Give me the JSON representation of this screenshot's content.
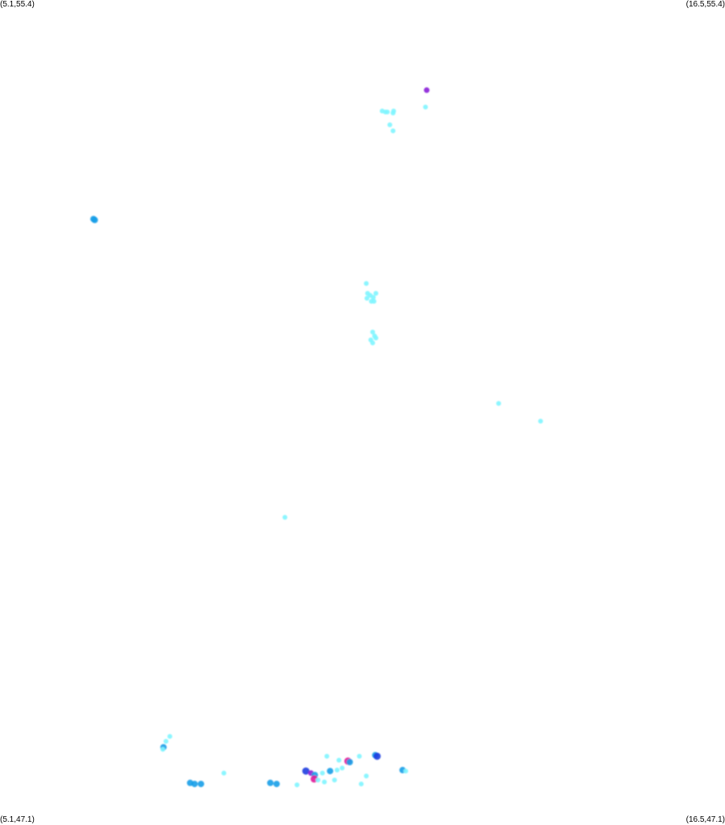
{
  "map": {
    "corners": {
      "top_left": "(5.1,55.4)",
      "top_right": "(16.5,55.4)",
      "bottom_left": "(5.1,47.1)",
      "bottom_right": "(16.5,47.1)"
    },
    "lon_range": [
      5.1,
      16.5
    ],
    "lat_range": [
      47.1,
      55.4
    ],
    "colors": {
      "background": "#ffffff",
      "low": "#7ff5ff",
      "medium": "#1a9ee8",
      "high": "#1f3de0",
      "very_high": "#8a1fd8",
      "extreme": "#e0189a"
    },
    "points": [
      {
        "lon": 11.81,
        "lat": 54.49,
        "level": "very_high"
      },
      {
        "lon": 11.79,
        "lat": 54.32,
        "level": "low"
      },
      {
        "lon": 11.11,
        "lat": 54.28,
        "level": "low"
      },
      {
        "lon": 11.16,
        "lat": 54.27,
        "level": "low"
      },
      {
        "lon": 11.19,
        "lat": 54.27,
        "level": "low"
      },
      {
        "lon": 11.28,
        "lat": 54.26,
        "level": "low"
      },
      {
        "lon": 11.29,
        "lat": 54.28,
        "level": "low"
      },
      {
        "lon": 11.23,
        "lat": 54.14,
        "level": "low"
      },
      {
        "lon": 11.28,
        "lat": 54.08,
        "level": "low"
      },
      {
        "lon": 6.57,
        "lat": 53.19,
        "level": "medium"
      },
      {
        "lon": 6.59,
        "lat": 53.18,
        "level": "medium"
      },
      {
        "lon": 10.86,
        "lat": 52.54,
        "level": "low"
      },
      {
        "lon": 10.88,
        "lat": 52.44,
        "level": "low"
      },
      {
        "lon": 10.92,
        "lat": 52.42,
        "level": "low"
      },
      {
        "lon": 10.87,
        "lat": 52.39,
        "level": "low"
      },
      {
        "lon": 10.97,
        "lat": 52.4,
        "level": "low"
      },
      {
        "lon": 11.01,
        "lat": 52.44,
        "level": "low"
      },
      {
        "lon": 10.94,
        "lat": 52.36,
        "level": "low"
      },
      {
        "lon": 10.98,
        "lat": 52.36,
        "level": "low"
      },
      {
        "lon": 10.96,
        "lat": 52.05,
        "level": "low"
      },
      {
        "lon": 10.99,
        "lat": 52.01,
        "level": "low"
      },
      {
        "lon": 10.93,
        "lat": 51.97,
        "level": "low"
      },
      {
        "lon": 10.96,
        "lat": 51.94,
        "level": "low"
      },
      {
        "lon": 11.01,
        "lat": 51.99,
        "level": "low"
      },
      {
        "lon": 12.94,
        "lat": 51.33,
        "level": "low"
      },
      {
        "lon": 13.6,
        "lat": 51.15,
        "level": "low"
      },
      {
        "lon": 9.58,
        "lat": 50.18,
        "level": "low"
      },
      {
        "lon": 7.77,
        "lat": 47.97,
        "level": "low"
      },
      {
        "lon": 7.71,
        "lat": 47.92,
        "level": "low"
      },
      {
        "lon": 7.67,
        "lat": 47.86,
        "level": "medium"
      },
      {
        "lon": 7.66,
        "lat": 47.84,
        "level": "low"
      },
      {
        "lon": 10.24,
        "lat": 47.77,
        "level": "low"
      },
      {
        "lon": 10.43,
        "lat": 47.73,
        "level": "low"
      },
      {
        "lon": 11.0,
        "lat": 47.78,
        "level": "medium"
      },
      {
        "lon": 11.03,
        "lat": 47.77,
        "level": "high"
      },
      {
        "lon": 10.57,
        "lat": 47.72,
        "level": "extreme"
      },
      {
        "lon": 10.6,
        "lat": 47.71,
        "level": "medium"
      },
      {
        "lon": 10.75,
        "lat": 47.77,
        "level": "low"
      },
      {
        "lon": 10.48,
        "lat": 47.65,
        "level": "low"
      },
      {
        "lon": 10.4,
        "lat": 47.63,
        "level": "low"
      },
      {
        "lon": 9.91,
        "lat": 47.62,
        "level": "high"
      },
      {
        "lon": 9.99,
        "lat": 47.6,
        "level": "very_high"
      },
      {
        "lon": 10.05,
        "lat": 47.58,
        "level": "medium"
      },
      {
        "lon": 10.04,
        "lat": 47.54,
        "level": "extreme"
      },
      {
        "lon": 10.1,
        "lat": 47.53,
        "level": "low"
      },
      {
        "lon": 10.17,
        "lat": 47.6,
        "level": "low"
      },
      {
        "lon": 10.29,
        "lat": 47.62,
        "level": "medium"
      },
      {
        "lon": 10.2,
        "lat": 47.51,
        "level": "low"
      },
      {
        "lon": 10.36,
        "lat": 47.53,
        "level": "low"
      },
      {
        "lon": 10.86,
        "lat": 47.57,
        "level": "low"
      },
      {
        "lon": 11.43,
        "lat": 47.63,
        "level": "medium"
      },
      {
        "lon": 11.48,
        "lat": 47.62,
        "level": "low"
      },
      {
        "lon": 10.78,
        "lat": 47.49,
        "level": "low"
      },
      {
        "lon": 8.62,
        "lat": 47.6,
        "level": "low"
      },
      {
        "lon": 9.35,
        "lat": 47.5,
        "level": "medium"
      },
      {
        "lon": 9.45,
        "lat": 47.49,
        "level": "medium"
      },
      {
        "lon": 8.09,
        "lat": 47.5,
        "level": "medium"
      },
      {
        "lon": 8.16,
        "lat": 47.49,
        "level": "medium"
      },
      {
        "lon": 8.26,
        "lat": 47.49,
        "level": "medium"
      },
      {
        "lon": 9.77,
        "lat": 47.48,
        "level": "low"
      }
    ]
  }
}
